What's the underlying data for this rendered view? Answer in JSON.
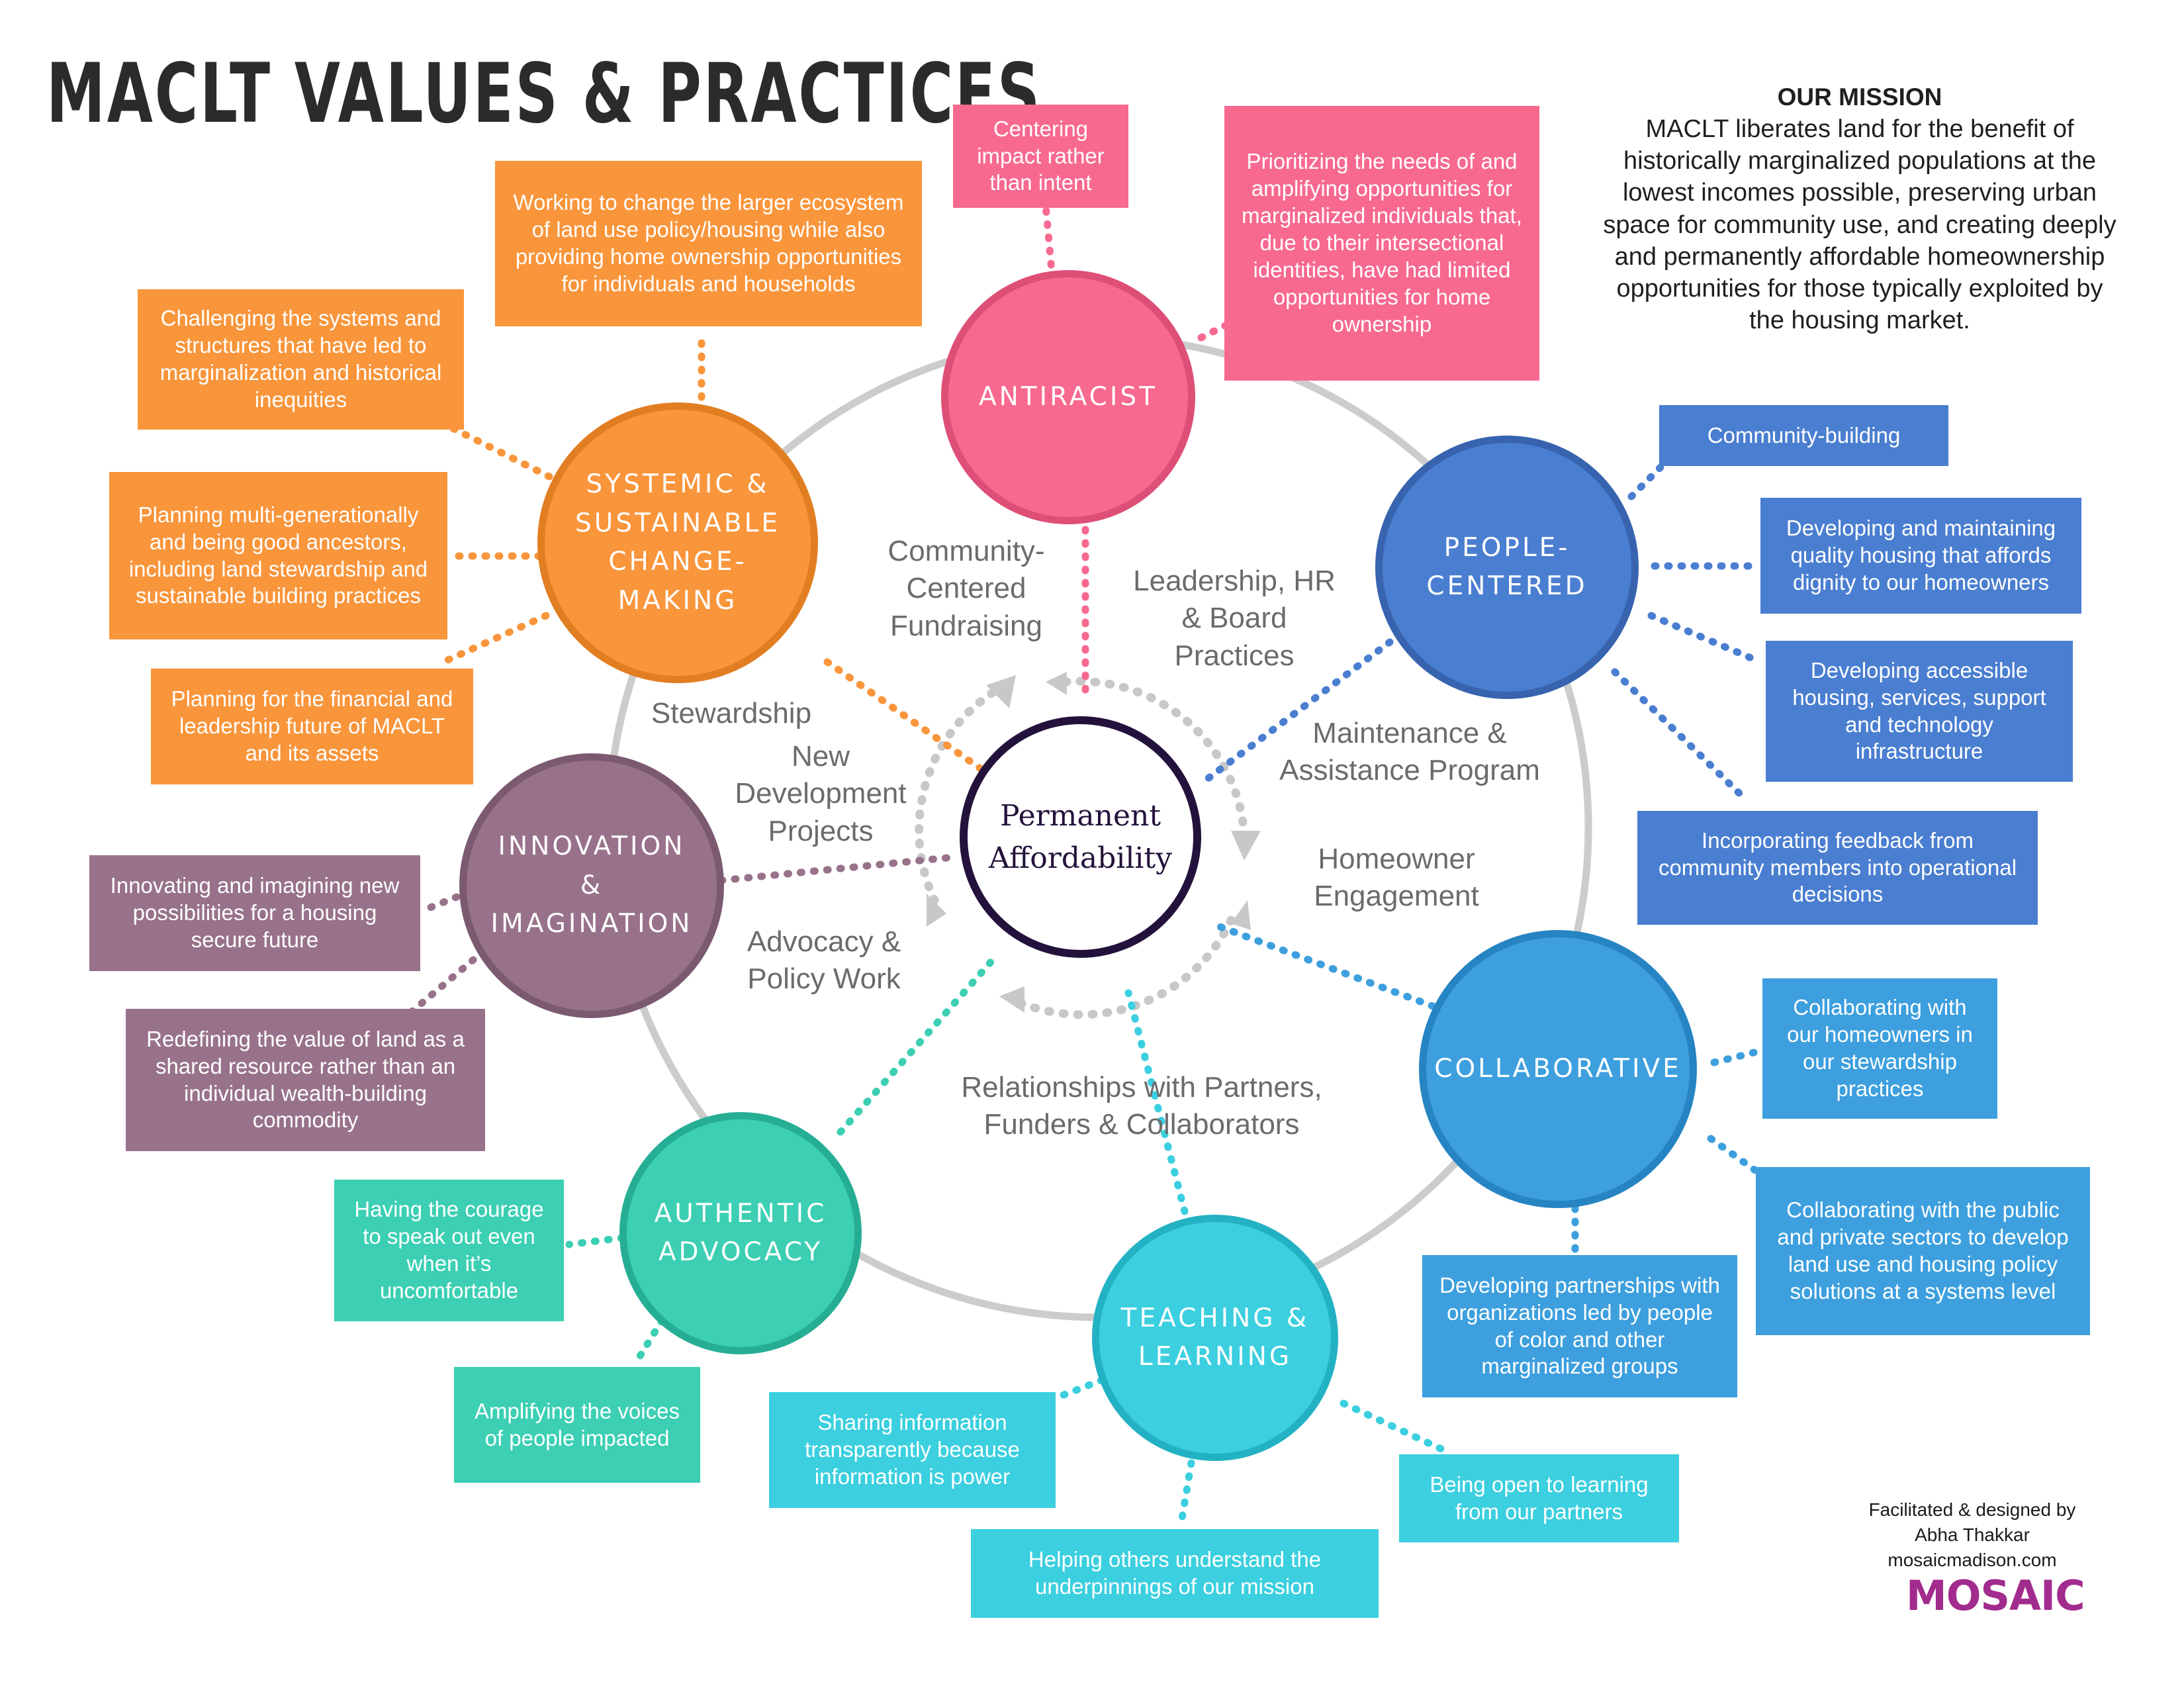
{
  "title": "MACLT VALUES & PRACTICES",
  "mission": {
    "heading": "OUR MISSION",
    "text": "MACLT liberates land for the benefit of historically marginalized populations at the lowest incomes possible, preserving urban space for community use, and creating deeply and permanently affordable homeownership opportunities for those typically exploited by the housing market."
  },
  "center": "Permanent\nAffordability",
  "values": {
    "antiracist": "ANTIRACIST",
    "systemic": "SYSTEMIC &\nSUSTAINABLE\nCHANGE-\nMAKING",
    "people": "PEOPLE-\nCENTERED",
    "innovation": "INNOVATION\n&\nIMAGINATION",
    "collaborative": "COLLABORATIVE",
    "authentic": "AUTHENTIC\nADVOCACY",
    "teaching": "TEACHING &\nLEARNING"
  },
  "practices": {
    "fundraising": "Community-\nCentered\nFundraising",
    "leadership": "Leadership, HR\n& Board\nPractices",
    "stewardship": "Stewardship",
    "new_dev": "New\nDevelopment\nProjects",
    "maintenance": "Maintenance &\nAssistance Program",
    "homeowner": "Homeowner\nEngagement",
    "advocacy": "Advocacy &\nPolicy Work",
    "relationships": "Relationships with Partners,\nFunders & Collaborators"
  },
  "boxes": {
    "centering": "Centering impact rather than intent",
    "prioritizing": "Prioritizing the needs of and amplifying opportunities for marginalized individuals that, due to their intersectional identities, have had limited opportunities for home ownership",
    "working": "Working to change the larger ecosystem of land use policy/housing while also providing home ownership opportunities for individuals and households",
    "challenging": "Challenging the systems and structures that have led to marginalization and historical inequities",
    "planning_multi": "Planning multi-generationally and being good ancestors, including land stewardship and sustainable building practices",
    "planning_fin": "Planning for the financial and leadership future of MACLT and its assets",
    "community_building": "Community-building",
    "dev_maintaining": "Developing and maintaining quality housing that affords dignity to our homeowners",
    "dev_accessible": "Developing accessible housing, services, support and technology infrastructure",
    "incorporating": "Incorporating feedback from community members into operational decisions",
    "innovating": "Innovating and imagining new possibilities for a housing secure future",
    "redefining": "Redefining the value of land as a shared resource rather than an individual wealth-building commodity",
    "collab_homeowners": "Collaborating with our homeowners in our stewardship practices",
    "collab_public": "Collaborating with the public and private sectors to develop land use and housing policy solutions at a systems level",
    "dev_partnerships": "Developing partnerships with organizations led by people of color and other marginalized groups",
    "courage": "Having the courage to speak out even when it’s uncomfortable",
    "amplifying": "Amplifying the voices of people impacted",
    "sharing": "Sharing information transparently because information is power",
    "helping": "Helping others understand the underpinnings of our mission",
    "open_learning": "Being open to learning from our partners"
  },
  "credit": {
    "line1": "Facilitated & designed by",
    "line2": "Abha Thakkar",
    "line3": "mosaicmadison.com",
    "logo": "MOSAIC"
  },
  "colors": {
    "orange": "#f9953b",
    "pink": "#f7698f",
    "blue": "#4a7ed0",
    "light_blue": "#3d9fde",
    "purple": "#98728a",
    "teal": "#3ccfb3",
    "cyan": "#3bcfdf",
    "center_ring": "#23123b",
    "ring": "#cccccc"
  }
}
